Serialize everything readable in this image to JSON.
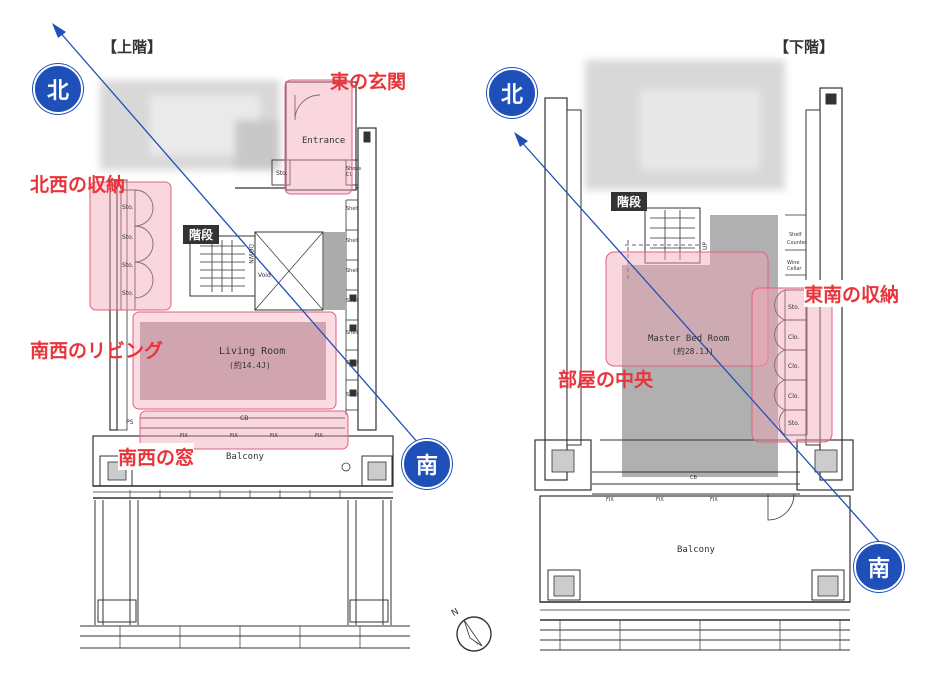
{
  "upper_floor": {
    "title": "【上階】",
    "north": "北",
    "south": "南",
    "stairs_tag": "階段",
    "callouts": {
      "entrance": "東の玄関",
      "storage": "北西の収納",
      "living": "南西のリビング",
      "window": "南西の窓"
    },
    "rooms": {
      "entrance": "Entrance",
      "living": "Living Room",
      "living_area": "(約14.4J)",
      "balcony": "Balcony",
      "void": "Void",
      "down": "DOWN"
    },
    "small_labels": {
      "sto": "Sto.",
      "shelf": "Shelf",
      "shoes": "Shoes Cl.",
      "ps": "PS",
      "cb": "CB",
      "fix": "FIX"
    }
  },
  "lower_floor": {
    "title": "【下階】",
    "north": "北",
    "south": "南",
    "stairs_tag": "階段",
    "callouts": {
      "storage": "東南の収納",
      "center": "部屋の中央"
    },
    "rooms": {
      "master": "Master Bed Room",
      "master_area": "(約28.1J)",
      "balcony": "Balcony",
      "up": "UP"
    },
    "small_labels": {
      "sto": "Sto.",
      "clo": "Clo.",
      "shelf": "Shelf",
      "counter": "Counter",
      "wine": "Wine Cellar",
      "cb": "CB",
      "fix": "FIX"
    }
  },
  "compass": {
    "n_letter": "N"
  },
  "colors": {
    "badge": "#1f4fb8",
    "callout_text": "#e8343a",
    "highlight_fill": "#f4a7b9",
    "highlight_stroke": "#e0607e",
    "diagonal": "#1f4fb8"
  }
}
